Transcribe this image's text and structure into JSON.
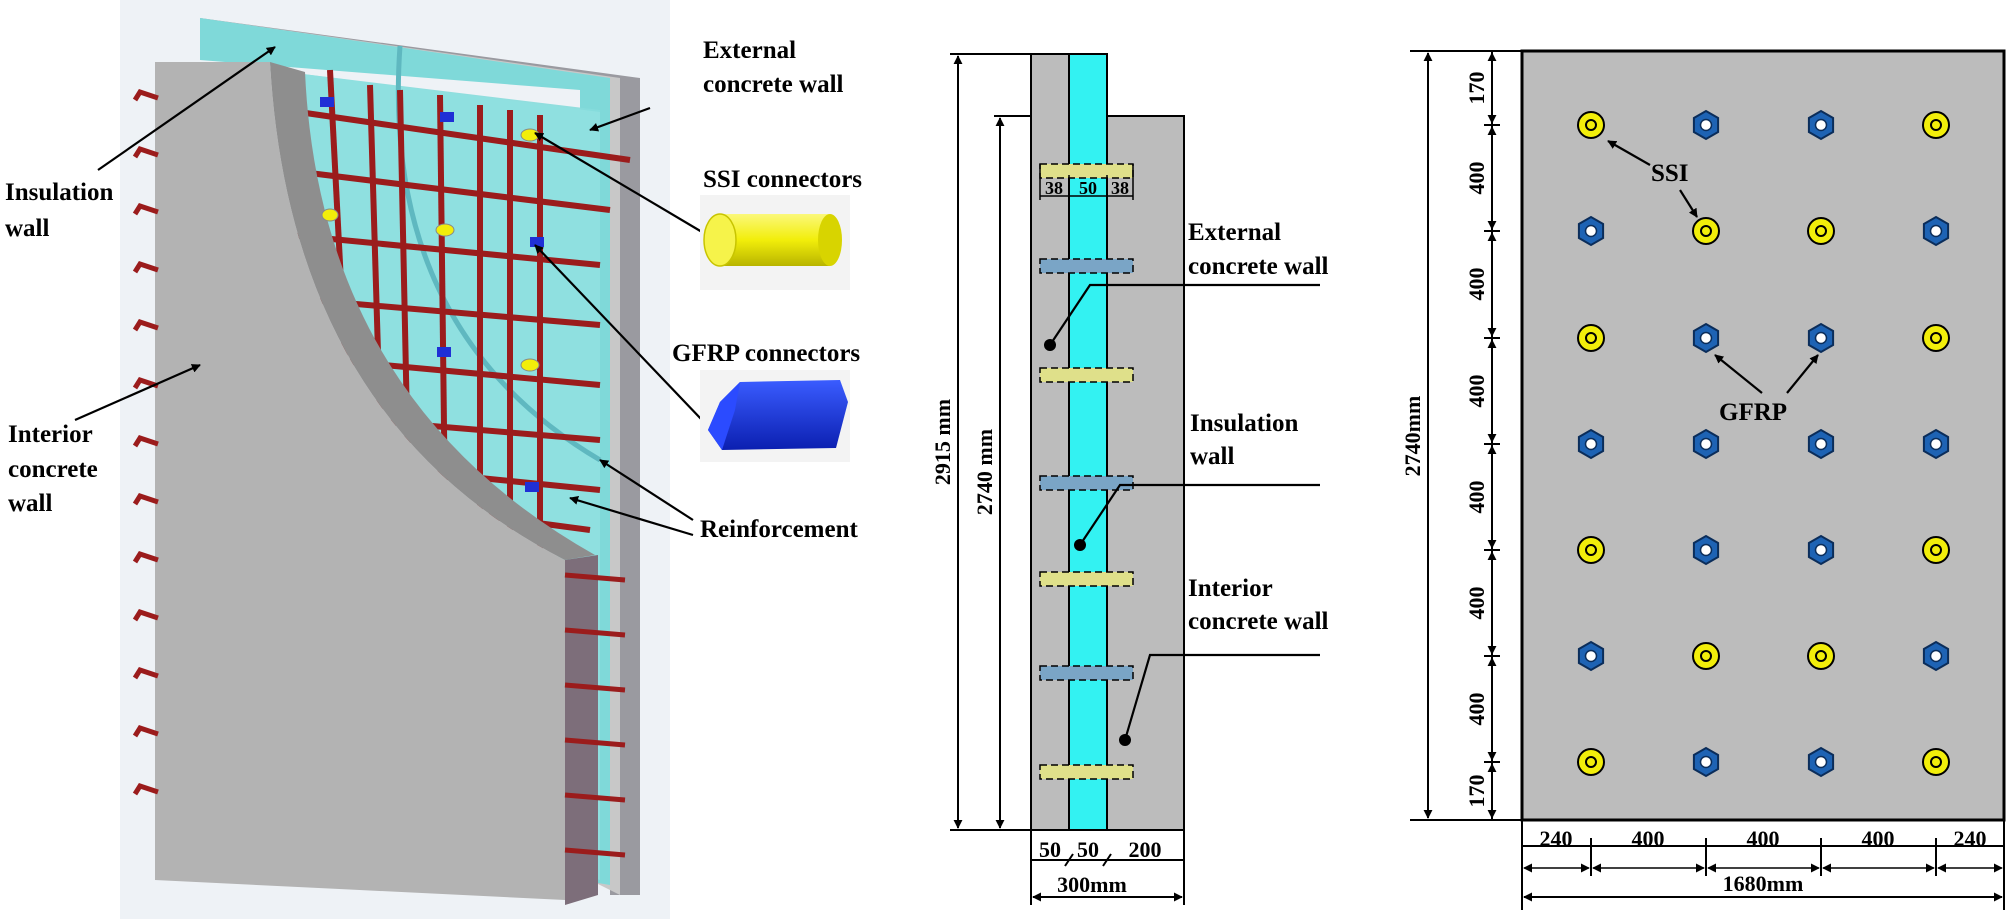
{
  "iso_view": {
    "labels": {
      "external_wall": [
        "External",
        "concrete wall"
      ],
      "insulation_wall": [
        "Insulation",
        "wall"
      ],
      "interior_wall": [
        "Interior",
        "concrete",
        "wall"
      ],
      "ssi_connectors": "SSI connectors",
      "gfrp_connectors": "GFRP connectors",
      "reinforcement": "Reinforcement"
    }
  },
  "section_view": {
    "labels": {
      "external_wall": [
        "External",
        "concrete wall"
      ],
      "insulation_wall": [
        "Insulation",
        "wall"
      ],
      "interior_wall": [
        "Interior",
        "concrete wall"
      ]
    },
    "dims": {
      "total_height": "2915 mm",
      "wall_height": "2740 mm",
      "conn_left": "38",
      "conn_mid": "50",
      "conn_right": "38",
      "bottom_a": "50",
      "bottom_b": "50",
      "bottom_c": "200",
      "total_width": "300mm"
    }
  },
  "plan_view": {
    "labels": {
      "ssi": "SSI",
      "gfrp": "GFRP"
    },
    "dims": {
      "height": "2740mm",
      "width": "1680mm",
      "vertical": [
        "170",
        "400",
        "400",
        "400",
        "400",
        "400",
        "400",
        "170"
      ],
      "horizontal": [
        "240",
        "400",
        "400",
        "400",
        "240"
      ]
    },
    "grid": [
      [
        "ssi",
        "gfrp",
        "gfrp",
        "ssi"
      ],
      [
        "gfrp",
        "ssi",
        "ssi",
        "gfrp"
      ],
      [
        "ssi",
        "gfrp",
        "gfrp",
        "ssi"
      ],
      [
        "gfrp",
        "gfrp",
        "gfrp",
        "gfrp"
      ],
      [
        "ssi",
        "gfrp",
        "gfrp",
        "ssi"
      ],
      [
        "gfrp",
        "ssi",
        "ssi",
        "gfrp"
      ],
      [
        "ssi",
        "gfrp",
        "gfrp",
        "ssi"
      ]
    ]
  },
  "colors": {
    "concrete": "#bcbcbc",
    "concrete_dark": "#7d7d7d",
    "insulation": "#33f2f2",
    "insulation_iso": "#7fd9d9",
    "rebar": "#9b1c1c",
    "ssi": "#f2ee0a",
    "gfrp": "#1e63b4",
    "connector_band": "#dfe08a",
    "gfrp_band": "#7aa5c6"
  }
}
